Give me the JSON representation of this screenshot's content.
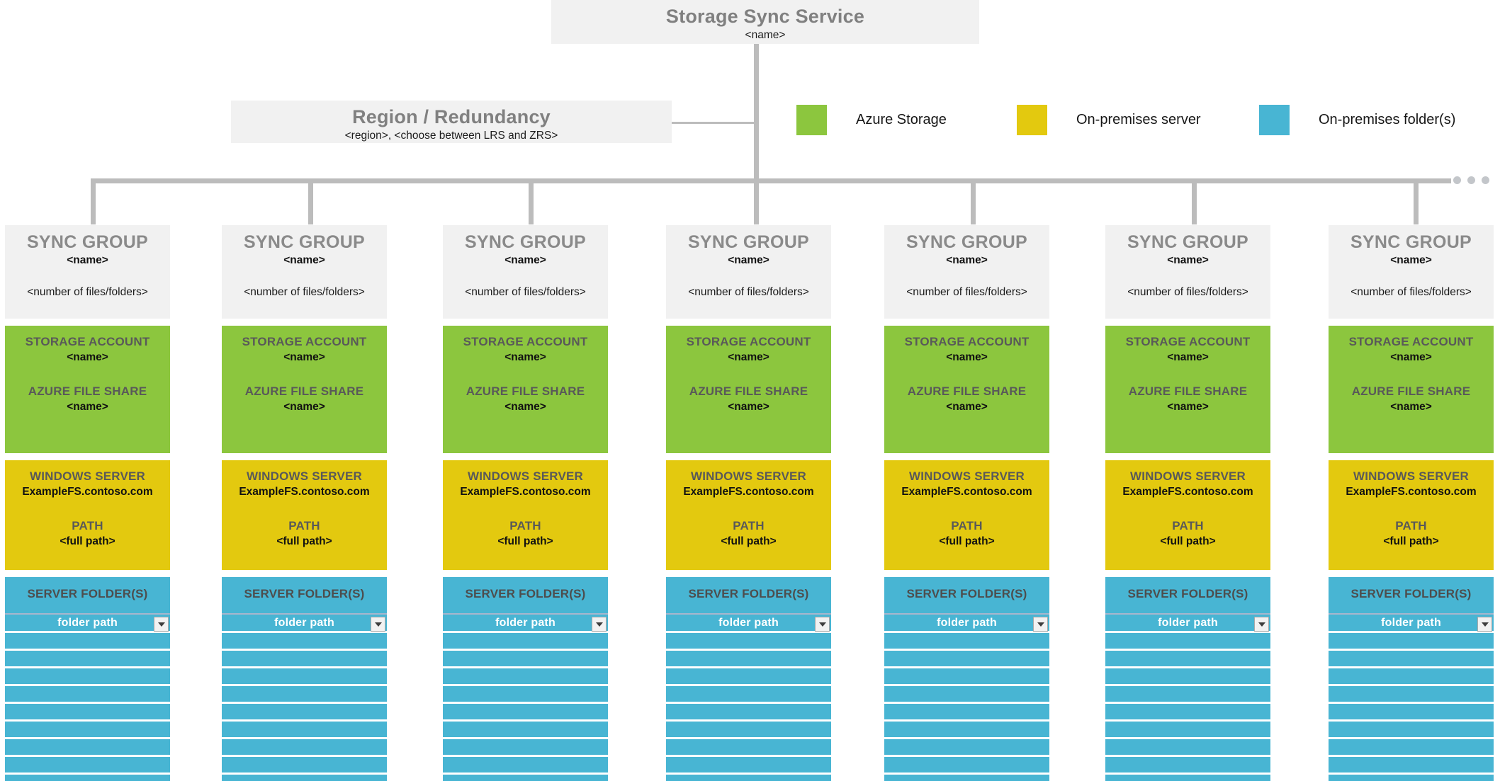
{
  "diagram": {
    "title_box": {
      "title": "Storage Sync Service",
      "subtitle": "<name>"
    },
    "region_box": {
      "title": "Region / Redundancy",
      "subtitle": "<region>, <choose between LRS and ZRS>"
    },
    "legend": [
      {
        "label": "Azure Storage",
        "color": "#8cc63e",
        "icon": "legend-swatch-green"
      },
      {
        "label": "On-premises server",
        "color": "#e3c90f",
        "icon": "legend-swatch-yellow"
      },
      {
        "label": "On-premises folder(s)",
        "color": "#48b5d3",
        "icon": "legend-swatch-blue"
      }
    ],
    "overflow_indicator": "…",
    "sync_group": {
      "header": "SYNC GROUP",
      "name": "<name>",
      "file_count": "<number of files/folders>"
    },
    "azure_storage": {
      "storage_account_header": "STORAGE ACCOUNT",
      "storage_account_name": "<name>",
      "file_share_header": "AZURE FILE SHARE",
      "file_share_name": "<name>"
    },
    "on_prem_server": {
      "server_header": "WINDOWS SERVER",
      "server_name": "ExampleFS.contoso.com",
      "path_header": "PATH",
      "path_value": "<full path>"
    },
    "server_folders": {
      "header": "SERVER FOLDER(S)",
      "folder_path_label": "folder path",
      "dropdown_icon": "chevron-down-icon",
      "empty_row_count": 8
    },
    "column_count": 7
  }
}
